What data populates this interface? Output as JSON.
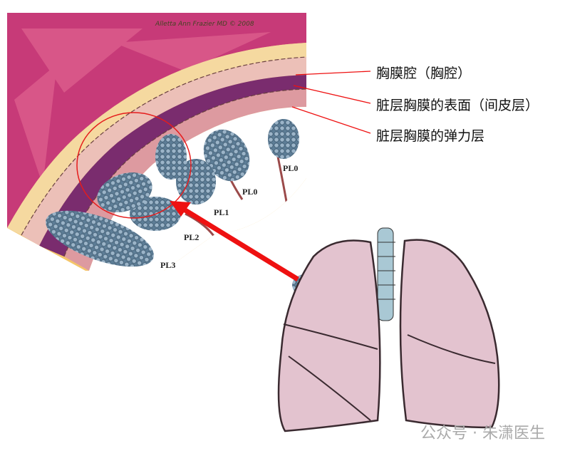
{
  "labels": {
    "pleural_cavity": "胸膜腔（胸腔）",
    "visceral_surface": "脏层胸膜的表面（间皮层）",
    "elastic_layer": "脏层胸膜的弹力层"
  },
  "invasion_levels": [
    "PL0",
    "PL0",
    "PL1",
    "PL2",
    "PL3"
  ],
  "signature": "Alletta Ann Frazier MD © 2008",
  "watermark": "公众号 · 朱潇医生",
  "colors": {
    "arrow": "#ee1111",
    "tumor": "#6f8fa8",
    "lung": "#e3c3cf",
    "muscle": "#c9357a"
  }
}
